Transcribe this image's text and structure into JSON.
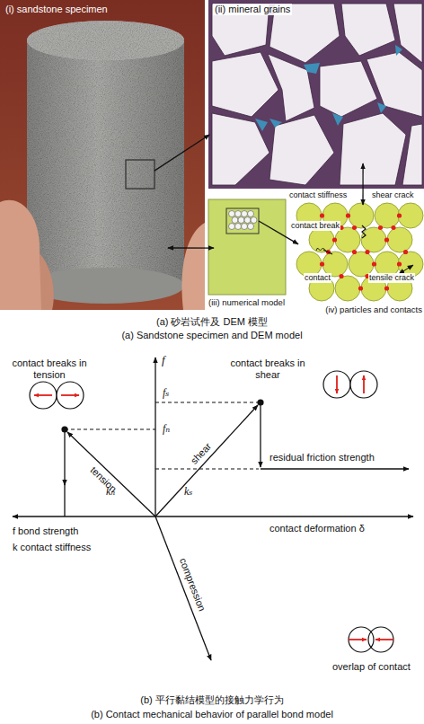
{
  "diagram": {
    "nodes": [
      {
        "text": [
          "(i) sandstone specimen"
        ]
      },
      {
        "text": [
          "(ii) mineral grains"
        ]
      },
      {
        "text": [
          "(iii) numerical model"
        ]
      },
      {
        "text": [
          "(iv) particles and contacts"
        ]
      }
    ],
    "edges": [
      {
        "from": 0,
        "to": 1,
        "arrow": "to"
      },
      {
        "from": 1,
        "to": 3,
        "arrow": "both"
      },
      {
        "from": 0,
        "to": 2,
        "arrow": "both"
      },
      {
        "from": 2,
        "to": 3,
        "arrow": "to"
      }
    ],
    "labels": [
      "contact stiffness",
      "shear crack",
      "contact break",
      "contact",
      "tensile crack",
      "(a) 砂岩试件及 DEM 模型",
      "(a) Sandstone specimen and DEM model",
      "contact breaks in tension",
      "f",
      "contact breaks in shear",
      "fₛ",
      "fₙ",
      "tension",
      "shear",
      "residual friction strength",
      "kₙ",
      "kₛ",
      "compression",
      "contact deformation δ",
      "f bond strength",
      "k contact stiffness",
      "overlap of contact",
      "(b) 平行黏结模型的接触力学行为",
      "(b) Contact mechanical behavior of parallel bond model"
    ]
  }
}
